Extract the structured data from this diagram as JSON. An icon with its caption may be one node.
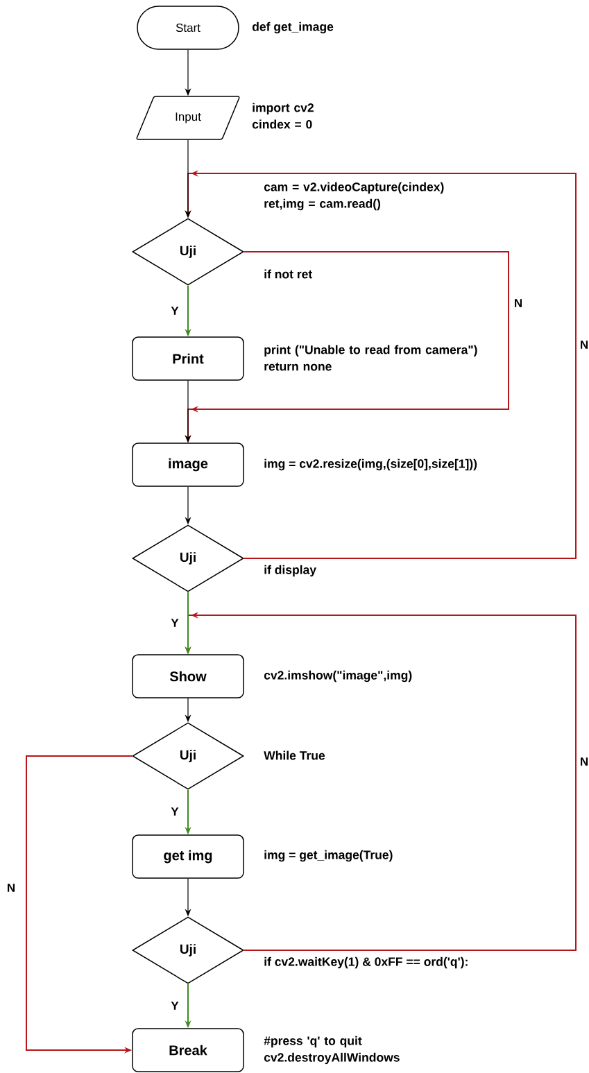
{
  "diagram": {
    "nodes": [
      {
        "text": [
          "Start"
        ],
        "beside": [
          "def get_image"
        ]
      },
      {
        "text": [
          "Input"
        ],
        "beside": [
          "import cv2 cindex = 0"
        ]
      },
      {
        "text": [
          "Uji"
        ],
        "beside": [
          "if not ret"
        ]
      },
      {
        "text": [
          "Print"
        ],
        "beside": [
          "print (\"Unable to read from camera\") return none"
        ]
      },
      {
        "text": [
          "image"
        ],
        "beside": [
          "img = cv2.resize(img,(size[0],size[1]))"
        ]
      },
      {
        "text": [
          "Uji"
        ],
        "beside": [
          "if display"
        ]
      },
      {
        "text": [
          "Show"
        ],
        "beside": [
          "cv2.imshow(\"image\",img)"
        ]
      },
      {
        "text": [
          "Uji"
        ],
        "beside": [
          "While True"
        ]
      },
      {
        "text": [
          "get img"
        ],
        "beside": [
          "img = get_image(True)"
        ]
      },
      {
        "text": [
          "Uji"
        ],
        "beside": [
          "if cv2.waitKey(1) & 0xFF == ord('q'):"
        ]
      },
      {
        "text": [
          "Break"
        ],
        "beside": [
          "#press 'q' to quit cv2.destroyAllWindows"
        ]
      }
    ],
    "edges": [
      {
        "from": 0,
        "to": 1,
        "arrow": "to"
      },
      {
        "from": 1,
        "to": 2,
        "arrow": "to"
      },
      {
        "from": 2,
        "to": 3,
        "arrow": "to",
        "label": "Y",
        "color": "#3f8a1f"
      },
      {
        "from": 2,
        "to": 4,
        "arrow": "to",
        "label": "N",
        "color": "#b5161b"
      },
      {
        "from": 3,
        "to": 4,
        "arrow": "to"
      },
      {
        "from": 4,
        "to": 5,
        "arrow": "to"
      },
      {
        "from": 5,
        "to": 2,
        "arrow": "to",
        "label": "N",
        "color": "#b5161b"
      },
      {
        "from": 5,
        "to": 6,
        "arrow": "to",
        "label": "Y",
        "color": "#3f8a1f"
      },
      {
        "from": 6,
        "to": 7,
        "arrow": "to"
      },
      {
        "from": 7,
        "to": 8,
        "arrow": "to",
        "label": "Y",
        "color": "#3f8a1f"
      },
      {
        "from": 7,
        "to": 10,
        "arrow": "to",
        "label": "N",
        "color": "#b5161b"
      },
      {
        "from": 8,
        "to": 9,
        "arrow": "to"
      },
      {
        "from": 9,
        "to": 10,
        "arrow": "to",
        "label": "Y",
        "color": "#3f8a1f"
      },
      {
        "from": 9,
        "to": 6,
        "arrow": "to",
        "label": "N",
        "color": "#b5161b"
      }
    ],
    "labels": [
      "cam = v2.videoCapture(cindex) ret,img = cam.read()"
    ]
  }
}
